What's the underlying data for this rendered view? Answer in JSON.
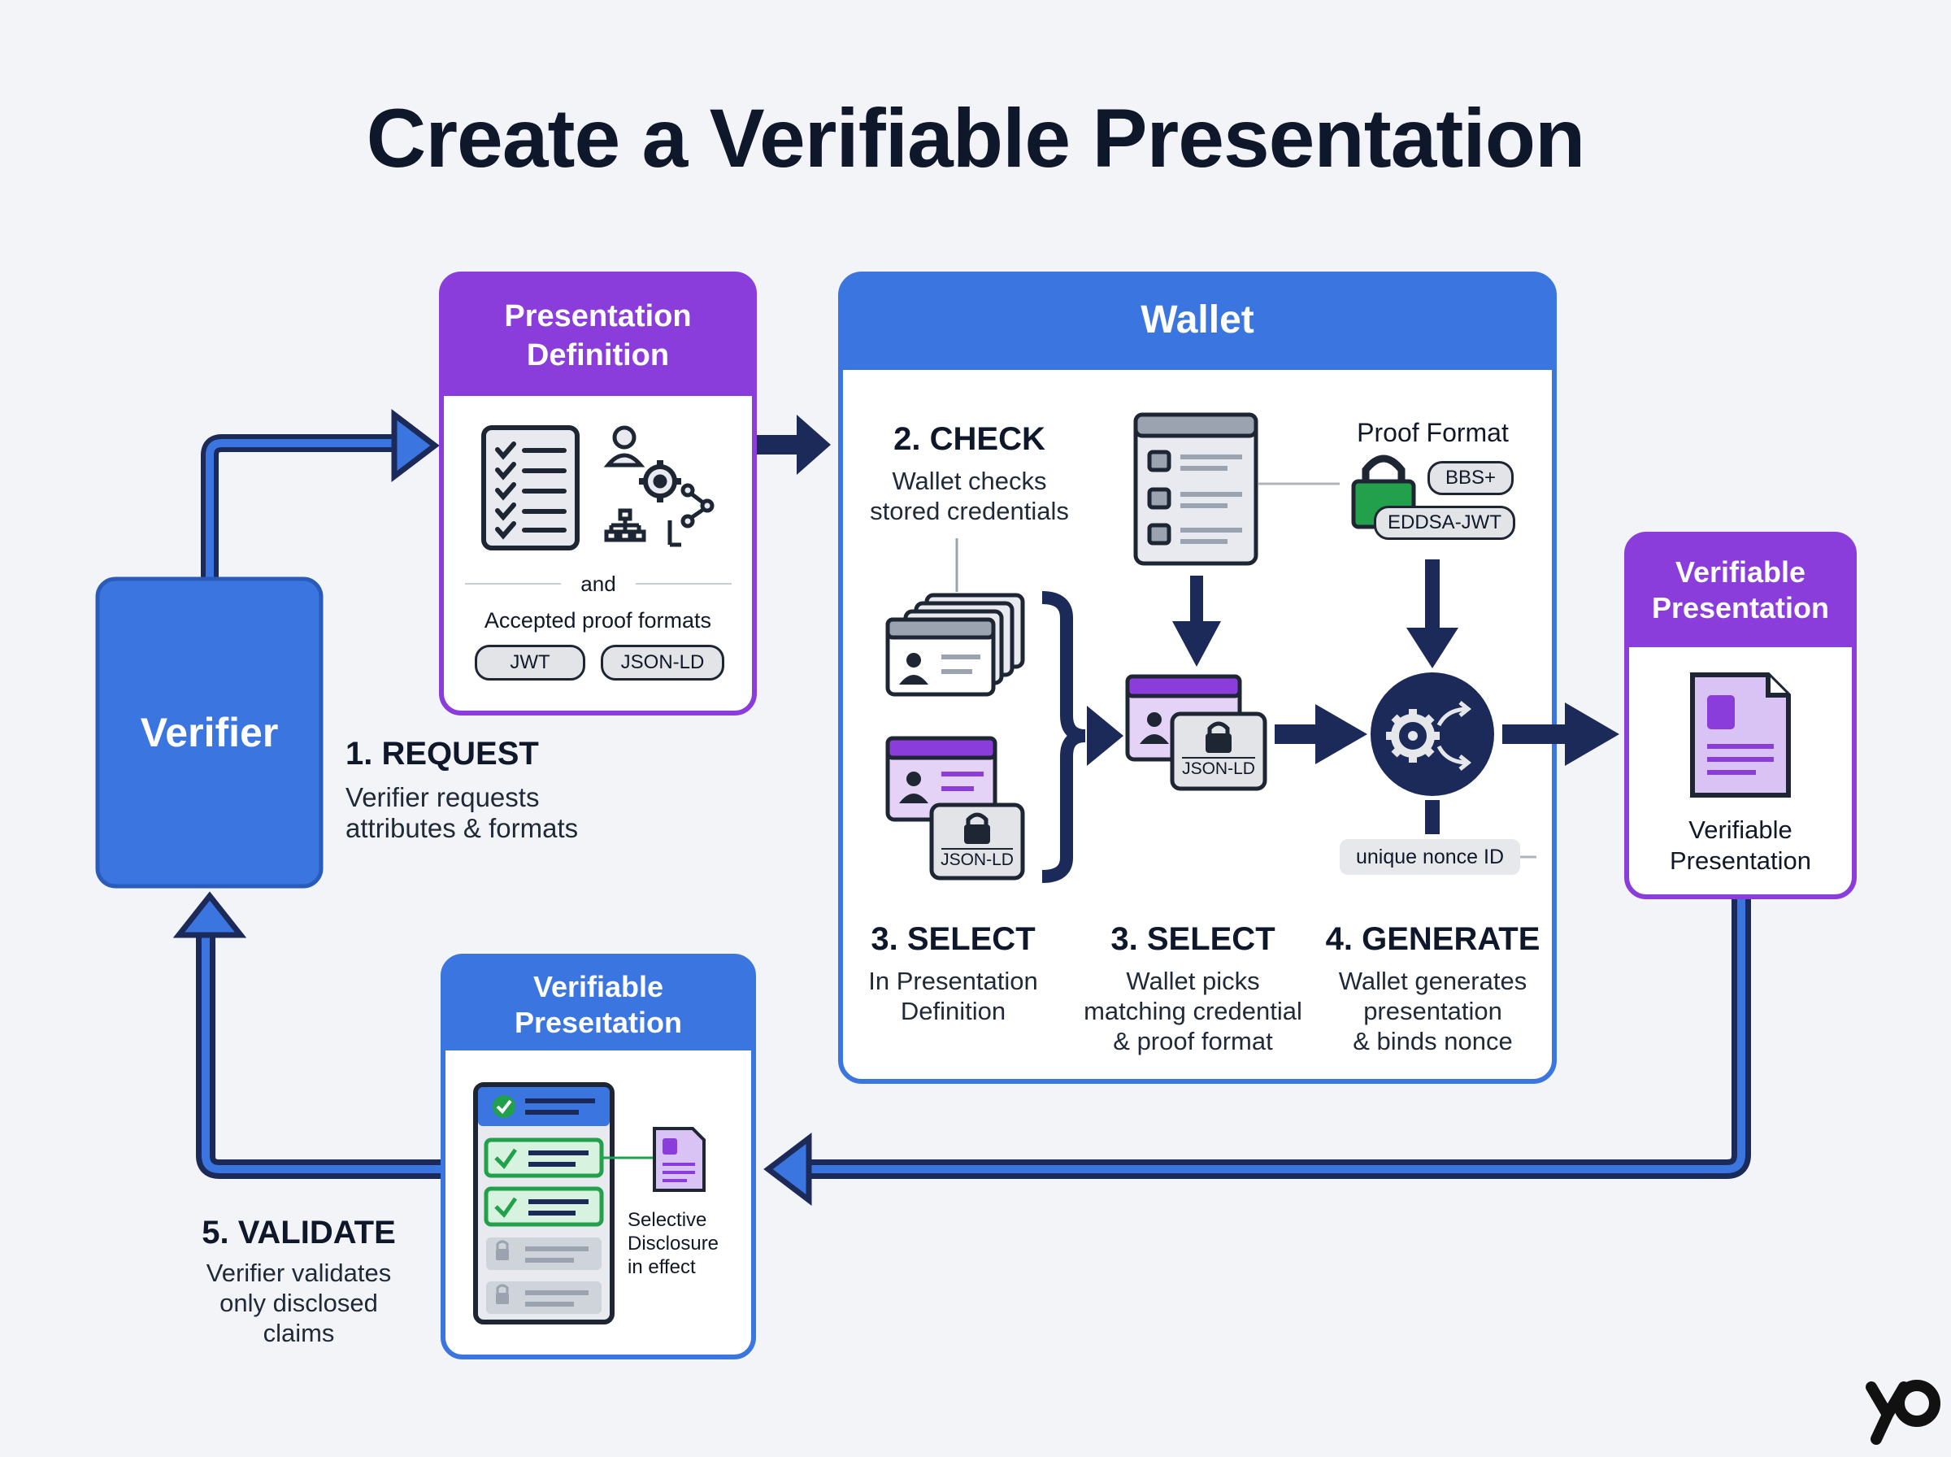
{
  "title": "Create a Verifiable Presentation",
  "verifier": {
    "label": "Verifier"
  },
  "presentation_definition": {
    "title_line1": "Presentation",
    "title_line2": "Definition",
    "separator": "and",
    "formats_label": "Accepted proof formats",
    "formats": [
      "JWT",
      "JSON-LD"
    ]
  },
  "step1": {
    "head": "1. REQUEST",
    "line1": "Verifier requests",
    "line2": "attributes & formats"
  },
  "wallet": {
    "title": "Wallet",
    "check": {
      "head": "2. CHECK",
      "line1": "Wallet checks",
      "line2": "stored credentials"
    },
    "proof_format": {
      "label": "Proof Format",
      "options": [
        "BBS+",
        "EDDSA-JWT"
      ]
    },
    "credential_badge": "JSON-LD",
    "selected_badge": "JSON-LD",
    "nonce_label": "unique nonce ID",
    "select1": {
      "head": "3. SELECT",
      "line1": "In Presentation",
      "line2": "Definition"
    },
    "select2": {
      "head": "3. SELECT",
      "line1": "Wallet picks",
      "line2": "matching credential",
      "line3": "& proof format"
    },
    "generate": {
      "head": "4. GENERATE",
      "line1": "Wallet generates",
      "line2": "presentation",
      "line3": "& binds nonce"
    }
  },
  "vp_output": {
    "title_line1": "Verifiable",
    "title_line2": "Presentation",
    "label_line1": "Verifiable",
    "label_line2": "Presentation"
  },
  "vp_return": {
    "title_line1": "Verifiable",
    "title_line2": "Preseıtation",
    "note_line1": "Selective",
    "note_line2": "Disclosure",
    "note_line3": "in effect"
  },
  "step5": {
    "head": "5. VALIDATE",
    "line1": "Verifier validates",
    "line2": "only disclosed",
    "line3": "claims"
  },
  "colors": {
    "blue": "#3b76e0",
    "purple": "#8b3ddb",
    "navy": "#1b2a59",
    "dark": "#1e2533",
    "green": "#22a04b",
    "lavender": "#d9c3f5"
  },
  "icons": [
    "checklist-icon",
    "user-gear-network-icon",
    "credential-stack-icon",
    "lock-icon",
    "document-list-icon",
    "padlock-icon",
    "gear-arrows-icon",
    "document-icon",
    "check-icon",
    "logo-mark"
  ]
}
